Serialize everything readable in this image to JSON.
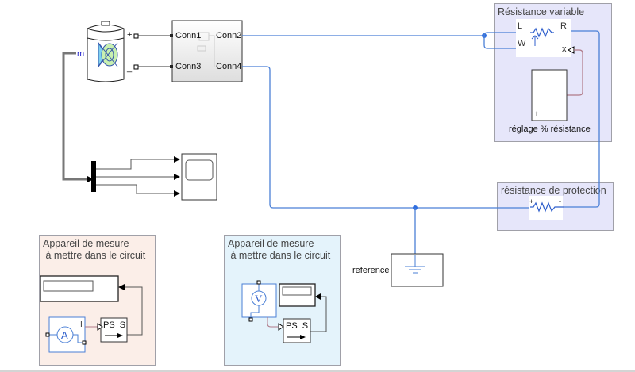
{
  "battery": {
    "signal_label": "m",
    "plus_label": "+",
    "minus_label": "_"
  },
  "subsystem": {
    "ports": {
      "conn1": "Conn1",
      "conn2": "Conn2",
      "conn3": "Conn3",
      "conn4": "Conn4"
    }
  },
  "variable_resistor_area": {
    "title": "Résistance variable",
    "ports": {
      "l": "L",
      "r": "R",
      "w": "W",
      "x": "x"
    },
    "slider_label": "réglage % résistance"
  },
  "protection_area": {
    "title": "résistance de protection",
    "plus": "+",
    "minus": "-"
  },
  "reference": {
    "label": "reference"
  },
  "ammeter_area": {
    "title": "Appareil de mesure\n à mettre dans le circuit",
    "sensor_letter": "A",
    "sensor_output": "I",
    "ps_label": "PS  S"
  },
  "voltmeter_area": {
    "title": "Appareil de mesure\n à mettre dans le circuit",
    "sensor_letter": "V",
    "ps_label": "PS  S"
  },
  "colors": {
    "physical_wire": "#4a7fd6",
    "signal_wire": "#555555",
    "ps_wire": "#b07a88",
    "variable_area_bg": "#e6e6fa",
    "ammeter_area_bg": "#fbeee8",
    "voltmeter_area_bg": "#e4f3fb"
  }
}
